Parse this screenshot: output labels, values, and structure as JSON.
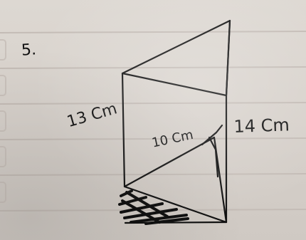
{
  "notes": {
    "problem_number": "5.",
    "labels": {
      "left_side": "13 Cm",
      "inner_diagonal": "10 Cm",
      "right_side": "14 Cm"
    }
  },
  "colors": {
    "paper": "#d8d2cc",
    "ruled_line": "#c4bcb6",
    "ink": "#111111"
  }
}
